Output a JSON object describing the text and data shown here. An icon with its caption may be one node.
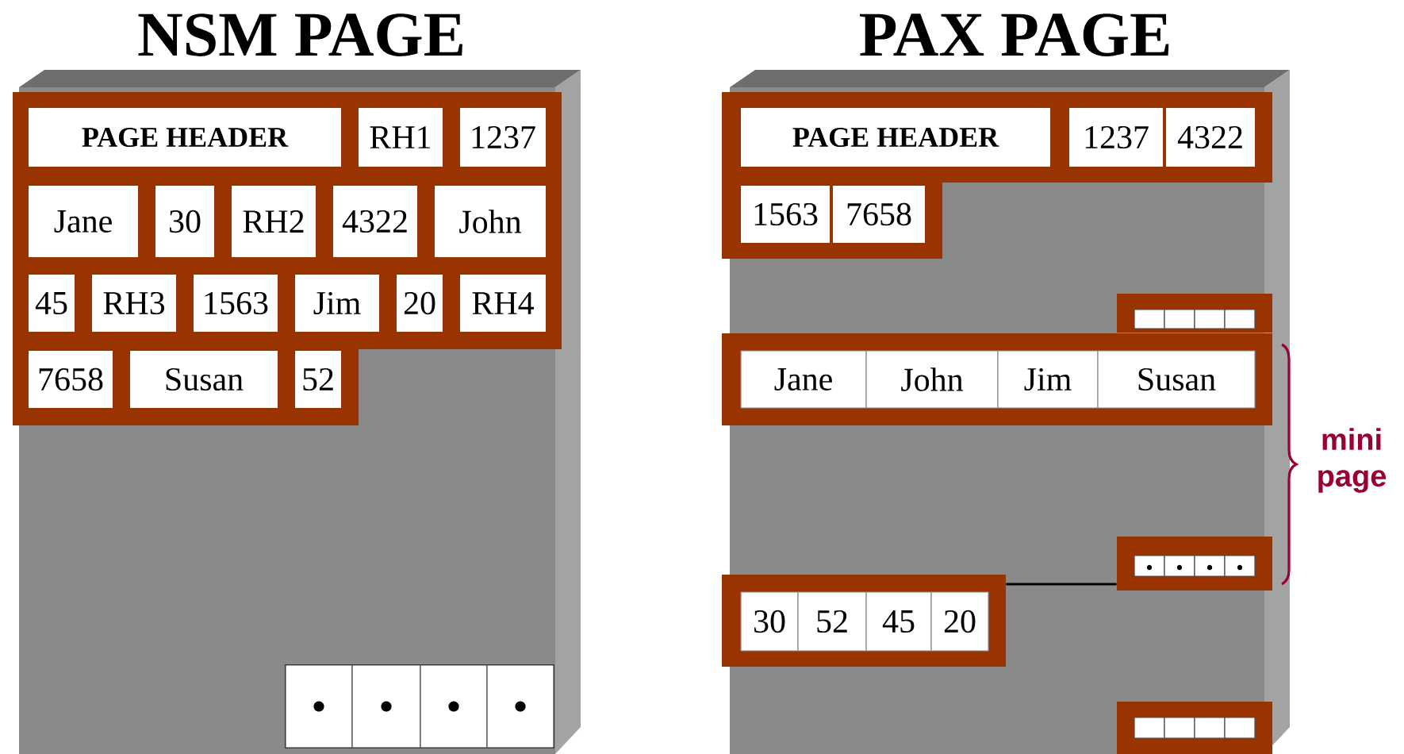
{
  "diagram": {
    "nodes": [
      {
        "text": [
          "NSM PAGE"
        ]
      },
      {
        "text": [
          "PAGE HEADER"
        ],
        "in": 0
      },
      {
        "text": [
          "RH1"
        ],
        "in": 0
      },
      {
        "text": [
          "1237"
        ],
        "in": 0
      },
      {
        "text": [
          "Jane"
        ],
        "in": 0
      },
      {
        "text": [
          "30"
        ],
        "in": 0
      },
      {
        "text": [
          "RH2"
        ],
        "in": 0
      },
      {
        "text": [
          "4322"
        ],
        "in": 0
      },
      {
        "text": [
          "John"
        ],
        "in": 0
      },
      {
        "text": [
          "45"
        ],
        "in": 0
      },
      {
        "text": [
          "RH3"
        ],
        "in": 0
      },
      {
        "text": [
          "1563"
        ],
        "in": 0
      },
      {
        "text": [
          "Jim"
        ],
        "in": 0
      },
      {
        "text": [
          "20"
        ],
        "in": 0
      },
      {
        "text": [
          "RH4"
        ],
        "in": 0
      },
      {
        "text": [
          "7658"
        ],
        "in": 0
      },
      {
        "text": [
          "Susan"
        ],
        "in": 0
      },
      {
        "text": [
          "52"
        ],
        "in": 0
      },
      {
        "text": [],
        "shape": "box",
        "in": 0
      },
      {
        "text": [
          "PAX PAGE"
        ]
      },
      {
        "text": [
          "PAGE HEADER"
        ],
        "in": 19
      },
      {
        "text": [
          "1237"
        ],
        "in": 19
      },
      {
        "text": [
          "4322"
        ],
        "in": 19
      },
      {
        "text": [
          "1563"
        ],
        "in": 19
      },
      {
        "text": [
          "7658"
        ],
        "in": 19
      },
      {
        "text": [],
        "shape": "box",
        "in": 19
      },
      {
        "text": [
          "Jane",
          "John",
          "Jim",
          "Susan"
        ],
        "in": 19
      },
      {
        "text": [],
        "shape": "box",
        "in": 19
      },
      {
        "text": [
          "30",
          "52",
          "45",
          "20"
        ],
        "in": 19
      },
      {
        "text": [],
        "shape": "box",
        "in": 19
      }
    ],
    "edges": [
      {
        "from": 28,
        "to": 27,
        "arrow": "none"
      }
    ],
    "labels": [
      "mini page"
    ]
  }
}
